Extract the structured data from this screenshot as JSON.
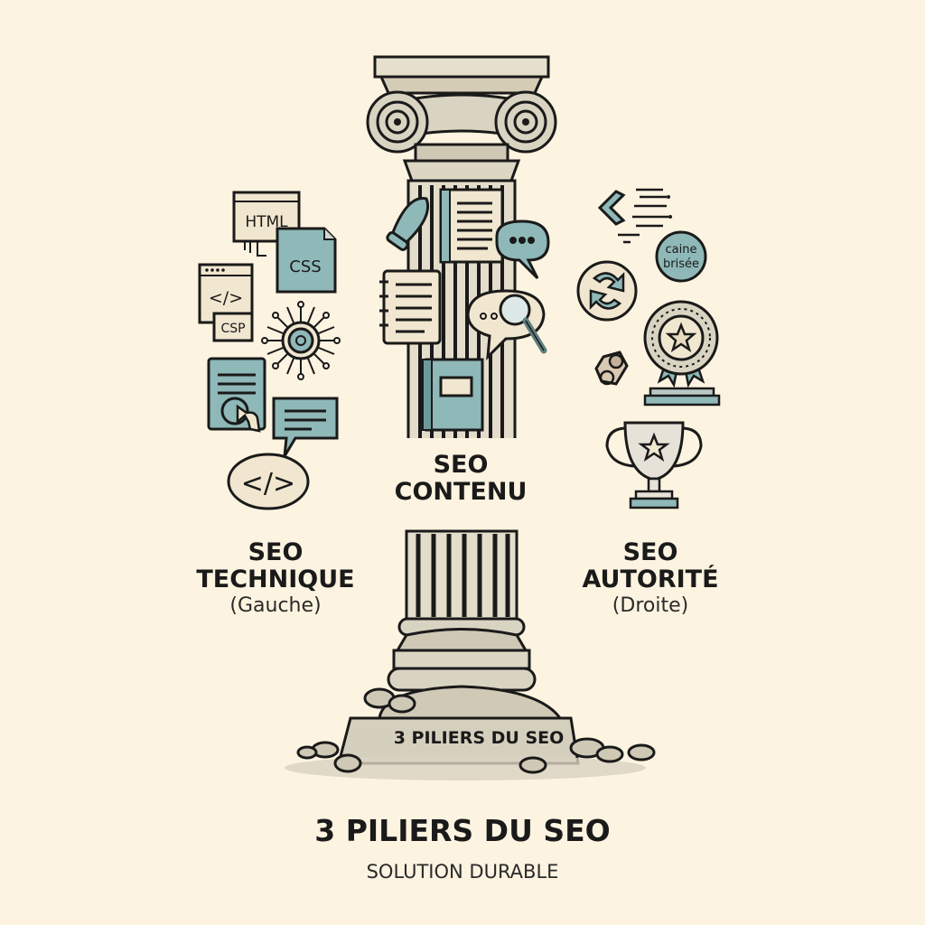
{
  "colors": {
    "background": "#fcf3e0",
    "ink": "#1a1a1a",
    "teal": "#8fb8b8",
    "cream": "#f1e6cf",
    "stone": "#d9d3c2",
    "stone_dark": "#b9b2a1"
  },
  "pillars": {
    "left": {
      "title_line1": "SEO",
      "title_line2": "TECHNIQUE",
      "position": "(Gauche)",
      "icons": [
        "html-file",
        "css-file",
        "code-window",
        "csp-badge",
        "network-target",
        "document-touch",
        "speech-bubble",
        "code-bubble"
      ],
      "icon_texts": {
        "html": "HTML",
        "css": "CSS",
        "code": "</>",
        "csp": "CSP",
        "code_bubble": "</>"
      }
    },
    "center": {
      "title_line1": "SEO",
      "title_line2": "CONTENU",
      "icons": [
        "quill",
        "notebook",
        "chat-bubble",
        "notepad",
        "search-bubble",
        "book"
      ]
    },
    "right": {
      "title_line1": "SEO",
      "title_line2": "AUTORITÉ",
      "position": "(Droite)",
      "icons": [
        "backlink-arrows",
        "broken-chain-badge",
        "refresh-cycle",
        "award-medal",
        "chain-link",
        "trophy"
      ],
      "icon_texts": {
        "broken_link_line1": "caine",
        "broken_link_line2": "brisée"
      }
    }
  },
  "base_inscription": "3 PILIERS DU SEO",
  "footer": {
    "title": "3 PILIERS DU SEO",
    "subtitle": "SOLUTION DURABLE"
  }
}
